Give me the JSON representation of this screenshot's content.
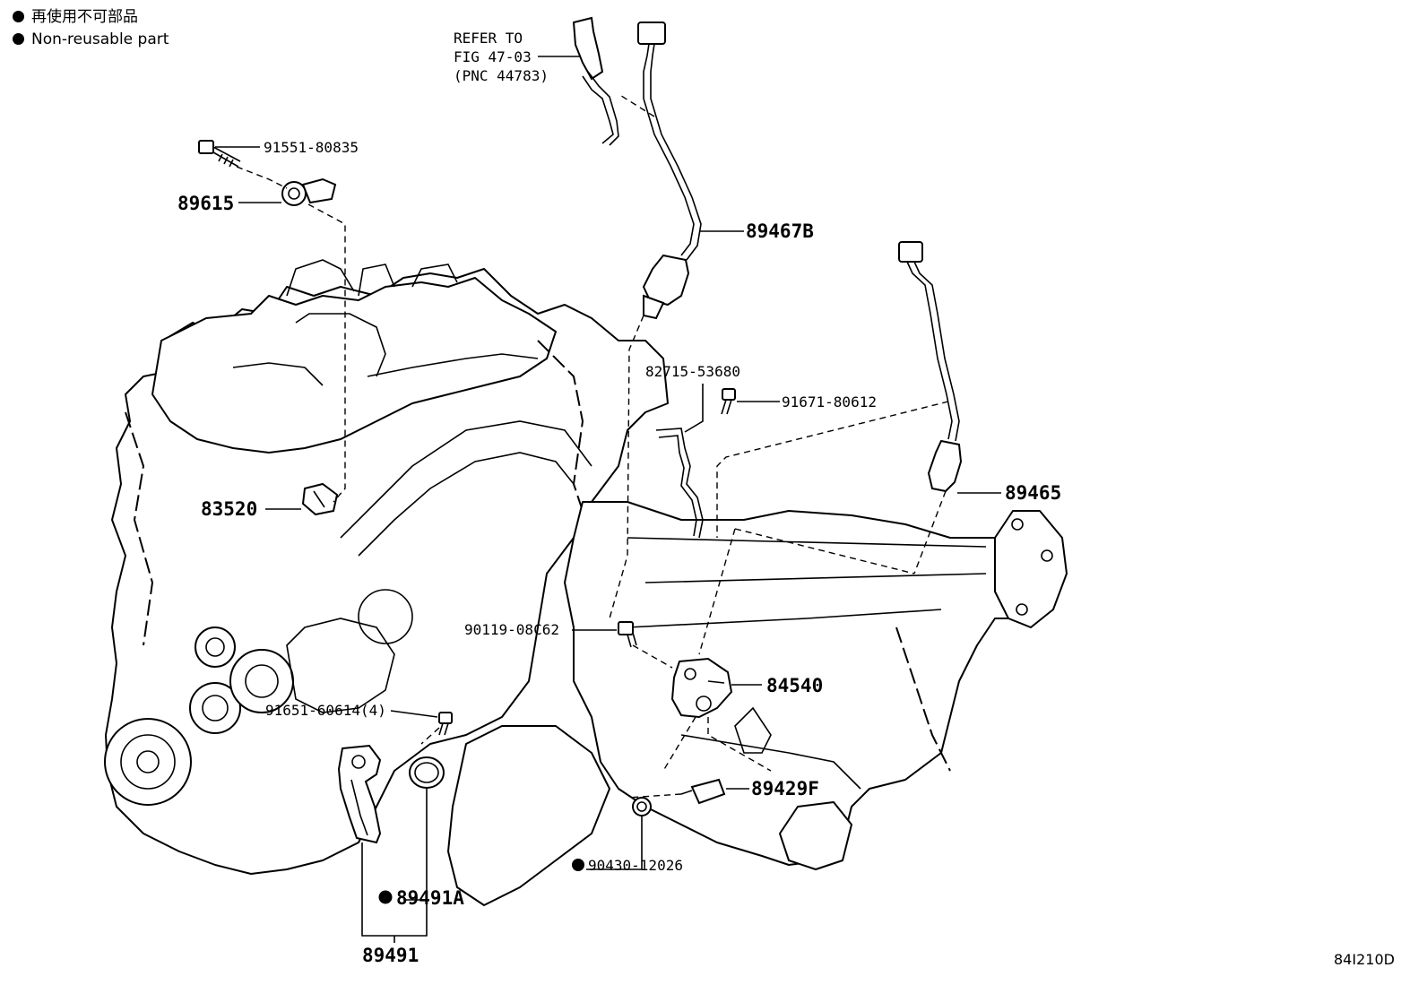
{
  "legend": {
    "japanese": "再使用不可部品",
    "english": "Non-reusable part"
  },
  "reference": {
    "line1": "REFER TO",
    "line2": "FIG 47-03",
    "line3": "(PNC 44783)"
  },
  "parts": {
    "p91551": "91551-80835",
    "p89615": "89615",
    "p89467B": "89467B",
    "p89465": "89465",
    "p82715": "82715-53680",
    "p91671": "91671-80612",
    "p83520": "83520",
    "p90119": "90119-08C62",
    "p84540": "84540",
    "p91651": "91651-60614(4)",
    "p89429F": "89429F",
    "p90430": "90430-12026",
    "p89491A": "89491A",
    "p89491": "89491"
  },
  "diagram_code": "84I210D"
}
